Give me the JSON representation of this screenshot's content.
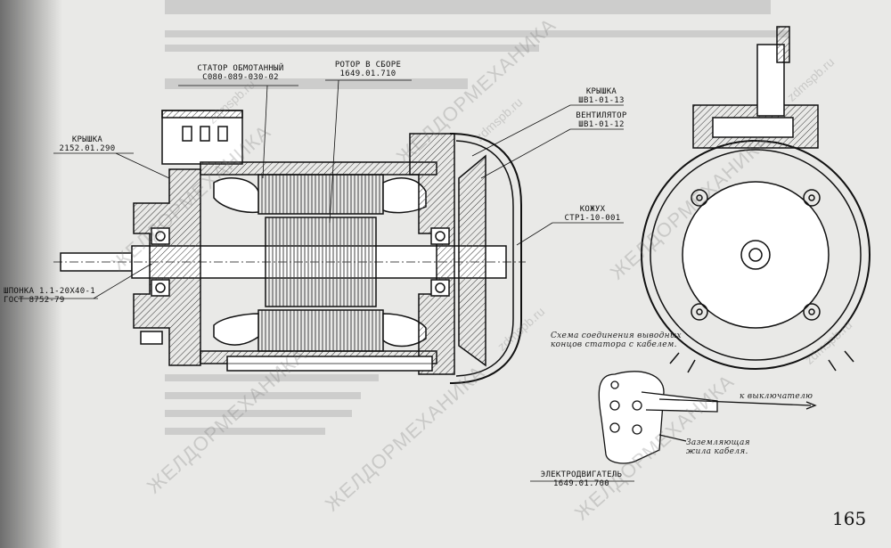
{
  "labels": {
    "stator": "СТАТОР ОБМОТАННЫЙ",
    "stator_code": "С080-089-030-02",
    "rotor": "РОТОР В СБОРЕ",
    "rotor_code": "1649.01.710",
    "cover_left": "КРЫШКА",
    "cover_left_code": "2152.01.290",
    "cover_right": "КРЫШКА",
    "cover_right_code": "ШВ1-01-13",
    "fan": "ВЕНТИЛЯТОР",
    "fan_code": "ШВ1-01-12",
    "casing": "КОЖУХ",
    "casing_code": "СТР1-10-001",
    "key": "ШПОНКА 1.1-20Х40-1",
    "key_std": "ГОСТ 8752-79",
    "motor": "ЭЛЕКТРОДВИГАТЕЛЬ",
    "motor_code": "1649.01.700"
  },
  "notes": {
    "connection_scheme_1": "Схема соединения выводных",
    "connection_scheme_2": "концов статора с кабелем.",
    "to_switch": "к выключателю",
    "ground_wire_1": "Заземляющая",
    "ground_wire_2": "жила кабеля."
  },
  "watermarks": {
    "brand": "ЖЕЛДОРМЕХАНИКА",
    "site": "zdmspb.ru"
  },
  "page_number": "165"
}
